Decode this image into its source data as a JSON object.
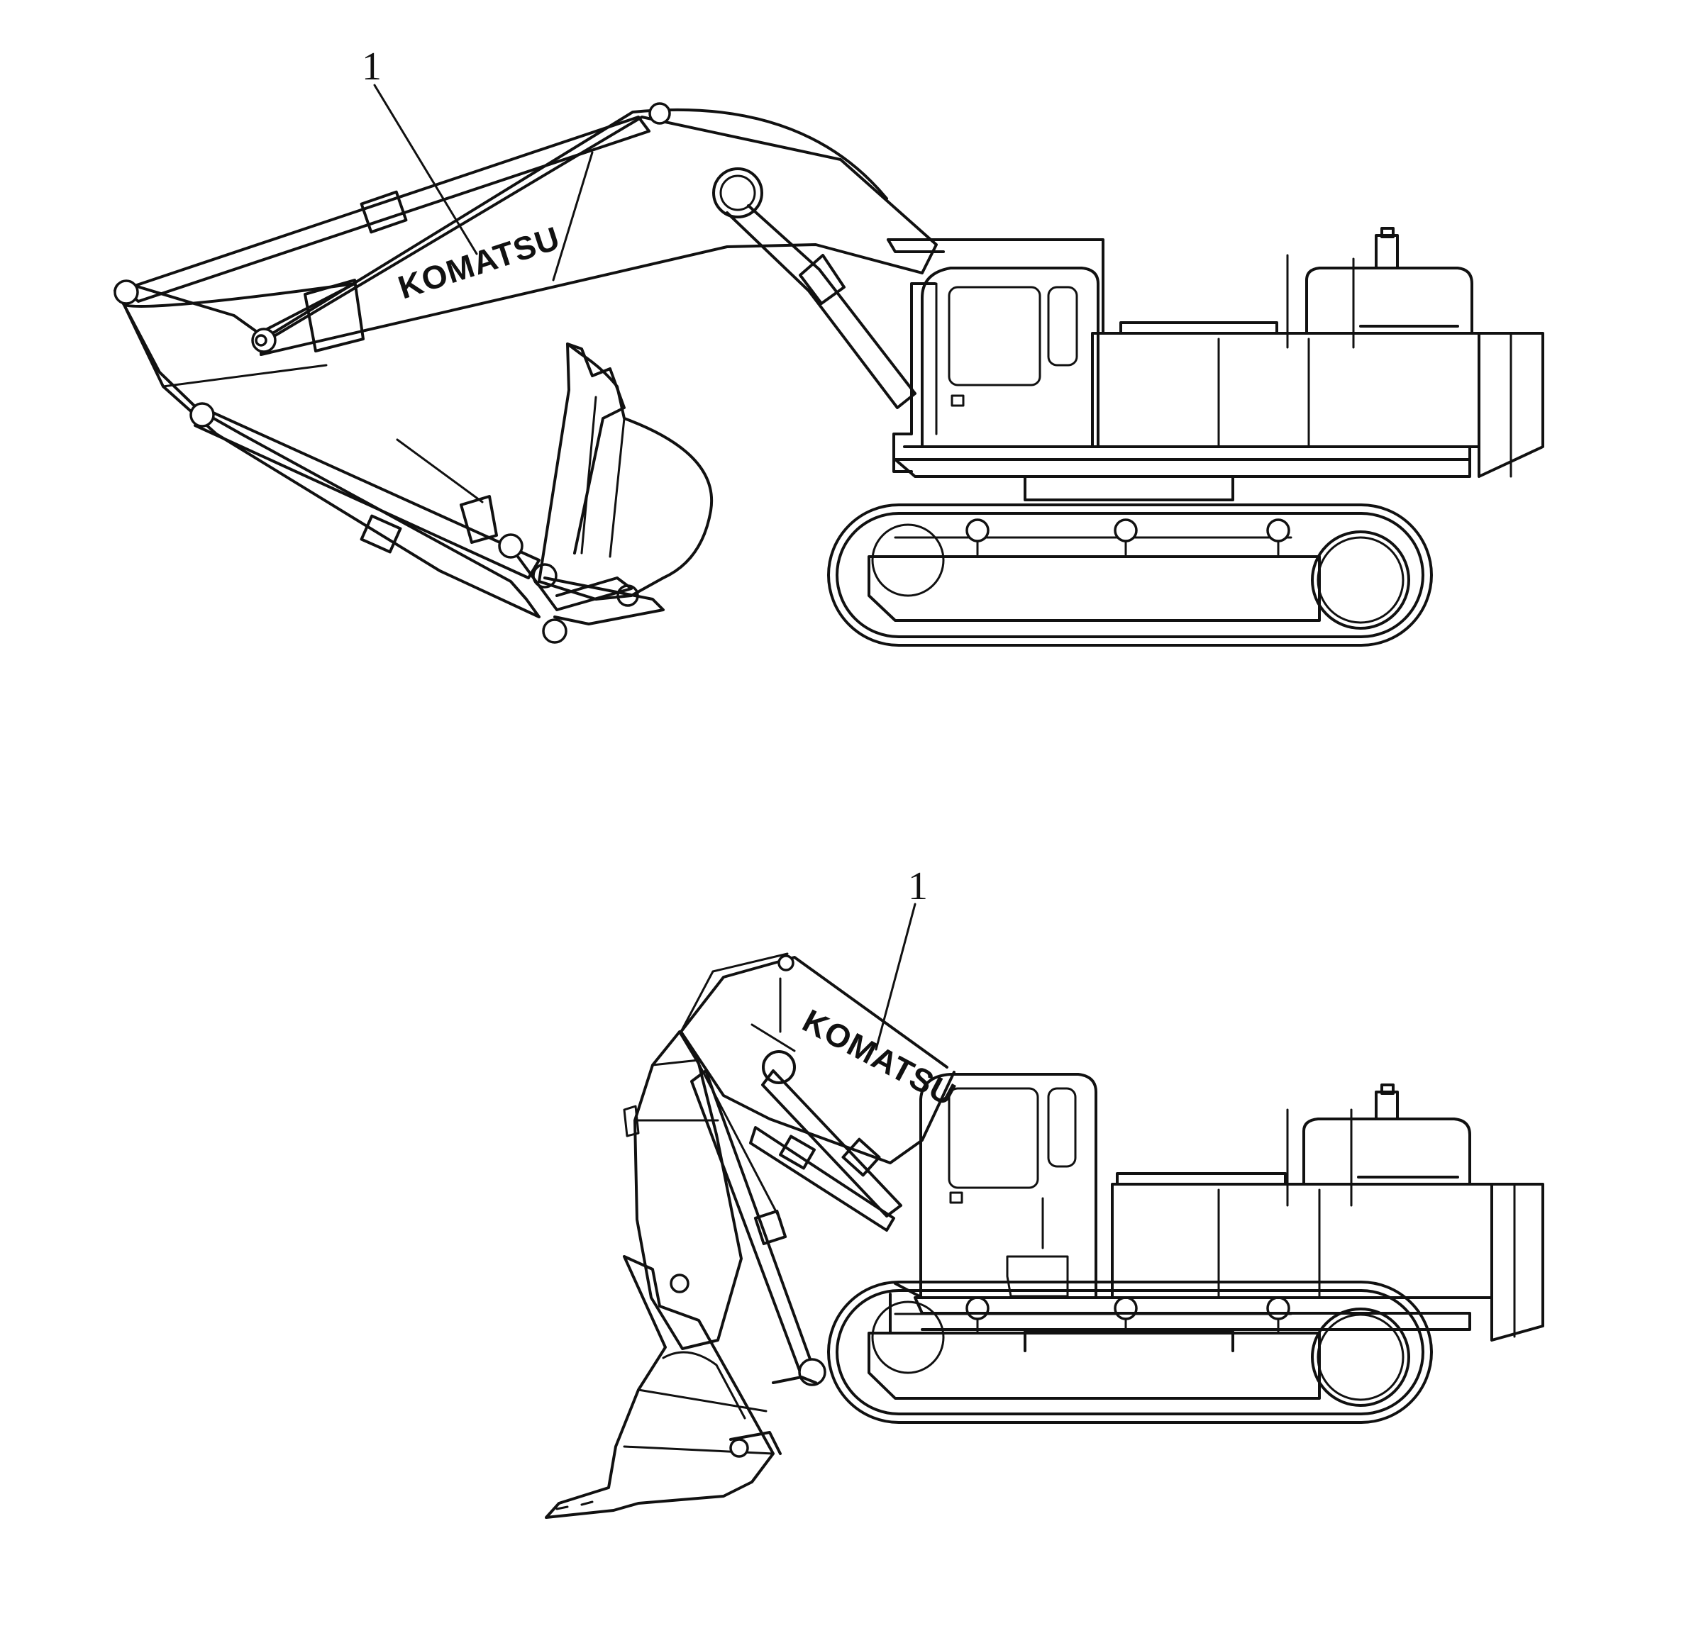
{
  "figures": [
    {
      "callout_number": "1",
      "brand_text": "KOMATSU"
    },
    {
      "callout_number": "1",
      "brand_text": "KOMATSU"
    }
  ]
}
